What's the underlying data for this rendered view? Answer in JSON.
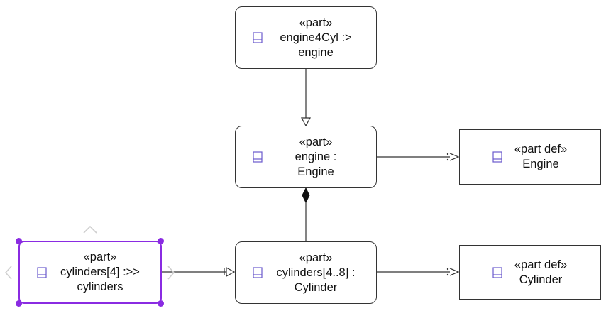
{
  "diagram": {
    "nodes": [
      {
        "id": "engine4cyl",
        "kind": "usage",
        "stereotype": "«part»",
        "line1": "engine4Cyl :>",
        "line2": "engine"
      },
      {
        "id": "engine",
        "kind": "usage",
        "stereotype": "«part»",
        "line1": "engine :",
        "line2": "Engine"
      },
      {
        "id": "engine-def",
        "kind": "definition",
        "stereotype": "«part def»",
        "line1": "Engine",
        "line2": ""
      },
      {
        "id": "cylinders-redef",
        "kind": "usage",
        "stereotype": "«part»",
        "line1": "cylinders[4] :>>",
        "line2": "cylinders",
        "selected": true
      },
      {
        "id": "cylinders",
        "kind": "usage",
        "stereotype": "«part»",
        "line1": "cylinders[4..8] :",
        "line2": "Cylinder"
      },
      {
        "id": "cylinder-def",
        "kind": "definition",
        "stereotype": "«part def»",
        "line1": "Cylinder",
        "line2": ""
      }
    ],
    "edges": [
      {
        "from": "engine4cyl",
        "to": "engine",
        "type": "subsetting"
      },
      {
        "from": "engine",
        "to": "engine-def",
        "type": "defined-by"
      },
      {
        "from": "engine",
        "to": "cylinders",
        "type": "composition"
      },
      {
        "from": "cylinders-redef",
        "to": "cylinders",
        "type": "redefinition"
      },
      {
        "from": "cylinders",
        "to": "cylinder-def",
        "type": "defined-by"
      }
    ],
    "colors": {
      "selection": "#8a2be2",
      "icon": "#6a5acd",
      "stroke": "#333333"
    },
    "icons": {
      "node_icon": "part-icon",
      "nav_chevrons": "chevron-icon"
    }
  }
}
